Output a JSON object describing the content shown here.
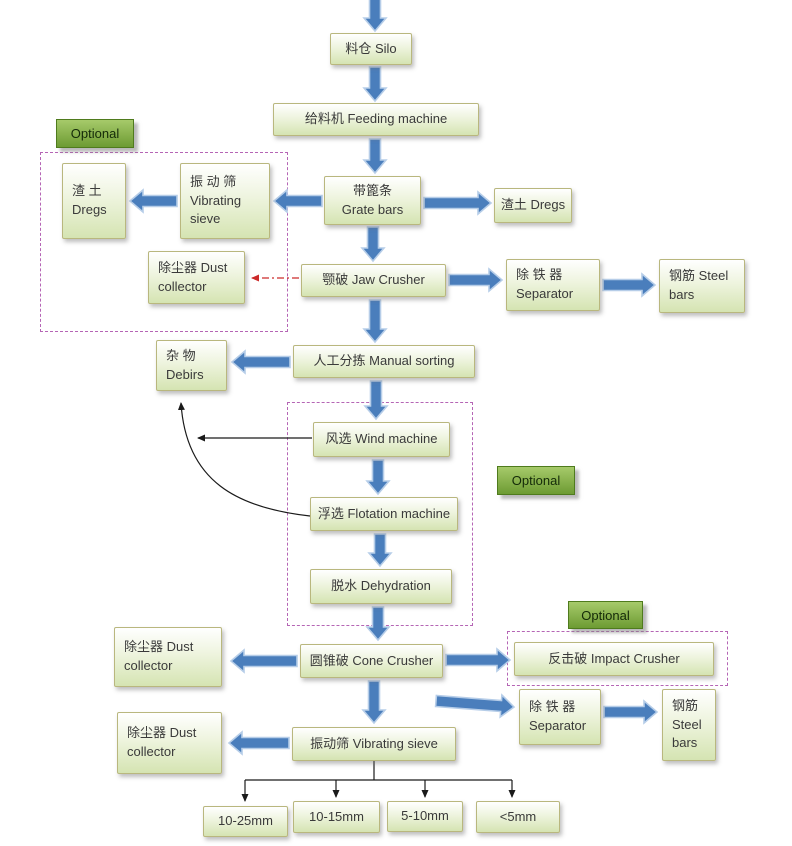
{
  "labels": {
    "optional": "Optional"
  },
  "nodes": {
    "silo": "料仓 Silo",
    "feeding": "给料机 Feeding machine",
    "grate": "带篦条\nGrate bars",
    "vibrating_top": "振 动 筛\nVibrating\nsieve",
    "dregs_left": "渣 土\nDregs",
    "dregs_right": "渣土 Dregs",
    "jaw": "颚破 Jaw Crusher",
    "dust_top": "除尘器 Dust\ncollector",
    "separator_top": "除 铁 器\nSeparator",
    "steel_top": "钢筋 Steel\nbars",
    "manual": "人工分拣 Manual sorting",
    "debris": "杂 物\nDebirs",
    "wind": "风选 Wind machine",
    "flotation": "浮选 Flotation machine",
    "dehydration": "脱水 Dehydration",
    "cone": "圆锥破 Cone Crusher",
    "dust_mid": "除尘器 Dust\ncollector",
    "impact": "反击破 Impact Crusher",
    "separator_bottom": "除 铁 器\nSeparator",
    "steel_bottom": "钢筋\nSteel\nbars",
    "dust_bottom": "除尘器 Dust\ncollector",
    "vibrating_bottom": "振动筛 Vibrating sieve",
    "sizes": [
      "10-25mm",
      "10-15mm",
      "5-10mm",
      "<5mm"
    ]
  },
  "colors": {
    "arrow_blue": "#4a7ebc",
    "arrow_outline": "#b6cde8",
    "optional_green": "#6d9b33",
    "dashed_purple": "#b565b5",
    "alert_red": "#cc2a2a"
  }
}
